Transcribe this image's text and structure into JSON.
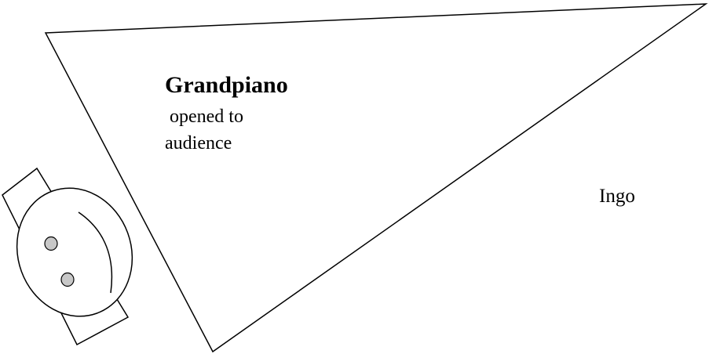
{
  "diagram": {
    "piano_title": "Grandpiano",
    "piano_note_line1": " opened to",
    "piano_note_line2": "audience",
    "person_name": "Ingo"
  },
  "colors": {
    "stroke": "#000000",
    "eye_fill": "#c8c8c8",
    "background": "#ffffff"
  }
}
